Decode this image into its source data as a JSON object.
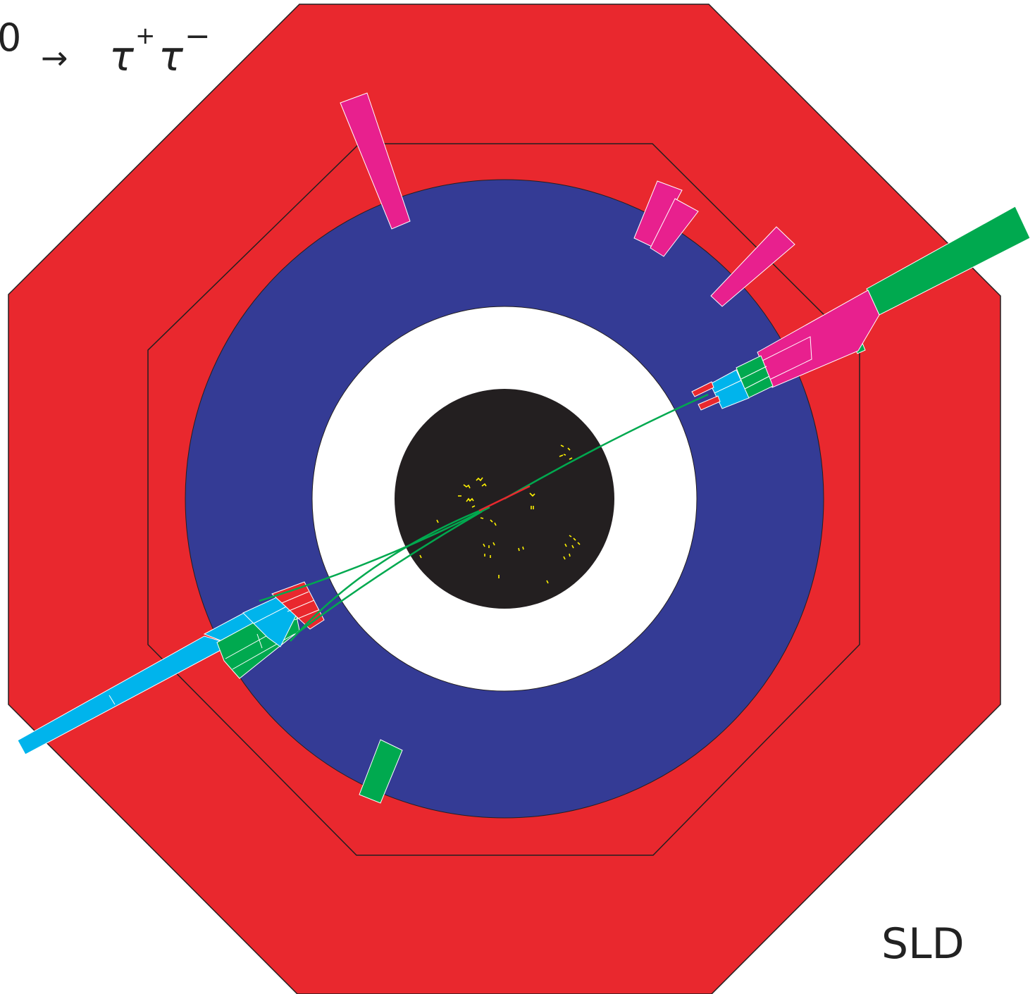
{
  "reaction": {
    "initial": "0",
    "arrow": "→",
    "tau": "τ",
    "plus": "+",
    "minus": "−"
  },
  "experiment": "SLD",
  "colors": {
    "iron_calorimeter": "#e9282e",
    "lac": "#343b95",
    "cdc": "#ffffff",
    "vertex_region": "#231f20",
    "em_deposit": "#00a94f",
    "had_deposit": "#e8208e",
    "em_shower": "#00b4ec",
    "track": "#00a94f",
    "vertex_track": "#e9282e",
    "hits": "#fff200"
  }
}
